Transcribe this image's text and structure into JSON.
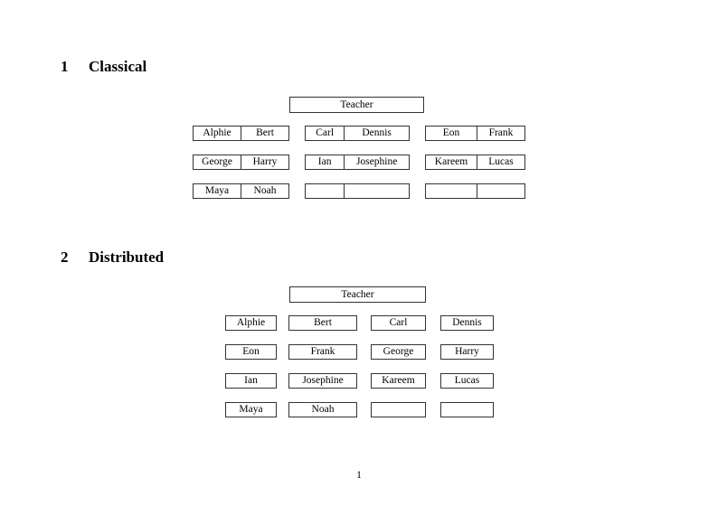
{
  "document": {
    "page_number": "1"
  },
  "sections": [
    {
      "number": "1",
      "title": "Classical",
      "root": {
        "label": "Teacher"
      },
      "groups": [
        {
          "rows": [
            {
              "left": "Alphie",
              "right": "Bert"
            },
            {
              "left": "George",
              "right": "Harry"
            },
            {
              "left": "Maya",
              "right": "Noah"
            }
          ]
        },
        {
          "rows": [
            {
              "left": "Carl",
              "right": "Dennis"
            },
            {
              "left": "Ian",
              "right": "Josephine"
            },
            {
              "left": "",
              "right": ""
            }
          ]
        },
        {
          "rows": [
            {
              "left": "Eon",
              "right": "Frank"
            },
            {
              "left": "Kareem",
              "right": "Lucas"
            },
            {
              "left": "",
              "right": ""
            }
          ]
        }
      ]
    },
    {
      "number": "2",
      "title": "Distributed",
      "root": {
        "label": "Teacher"
      },
      "rows": [
        [
          "Alphie",
          "Bert",
          "Carl",
          "Dennis"
        ],
        [
          "Eon",
          "Frank",
          "George",
          "Harry"
        ],
        [
          "Ian",
          "Josephine",
          "Kareem",
          "Lucas"
        ],
        [
          "Maya",
          "Noah",
          "",
          ""
        ]
      ]
    }
  ]
}
